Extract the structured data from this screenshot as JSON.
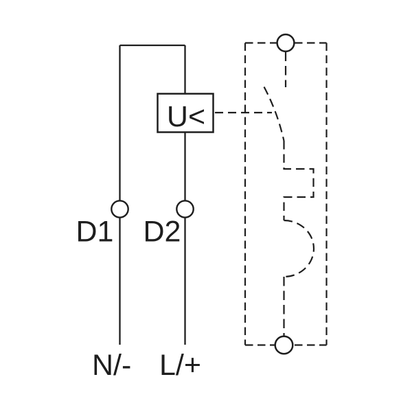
{
  "diagram": {
    "kind": "wiring-diagram",
    "colors": {
      "line": "#1e1e1e",
      "background": "#ffffff"
    },
    "labels": {
      "release_box": "U<",
      "terminal_left": "D1",
      "terminal_right": "D2",
      "supply_left": "N/-",
      "supply_right": "L/+"
    }
  }
}
